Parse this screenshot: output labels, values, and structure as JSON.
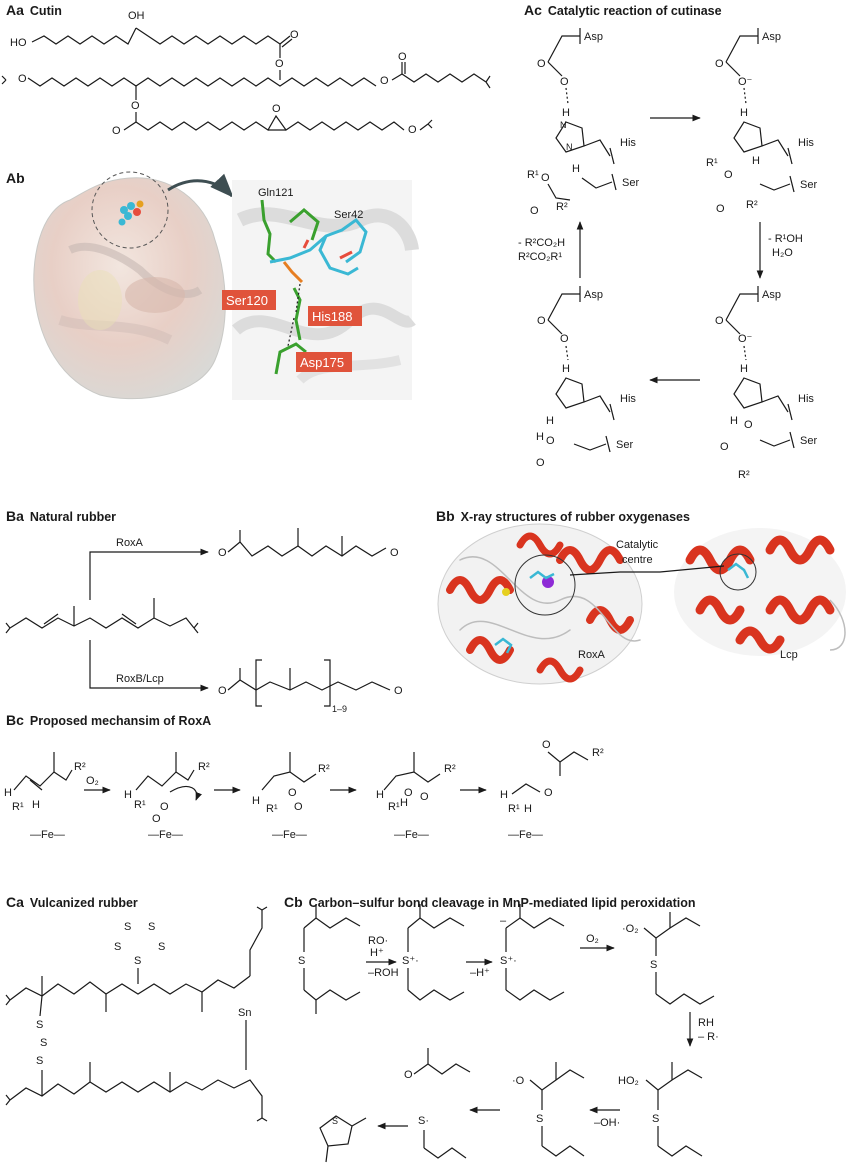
{
  "sections": {
    "Aa": {
      "letter": "Aa",
      "title": "Cutin"
    },
    "Ab": {
      "letter": "Ab",
      "title": ""
    },
    "Ac": {
      "letter": "Ac",
      "title": "Catalytic reaction of cutinase"
    },
    "Ba": {
      "letter": "Ba",
      "title": "Natural rubber"
    },
    "Bb": {
      "letter": "Bb",
      "title": "X-ray structures of rubber oxygenases"
    },
    "Bc": {
      "letter": "Bc",
      "title": "Proposed mechansim of RoxA"
    },
    "Ca": {
      "letter": "Ca",
      "title": "Vulcanized rubber"
    },
    "Cb": {
      "letter": "Cb",
      "title": "Carbon–sulfur bond cleavage in MnP-mediated lipid peroxidation"
    }
  },
  "cutin": {
    "oh_top": "OH",
    "ho_left": "HO"
  },
  "ab_labels": {
    "gln": "Gln121",
    "ser42": "Ser42",
    "ser120": "Ser120",
    "his188": "His188",
    "asp175": "Asp175"
  },
  "ac": {
    "asp": "Asp",
    "his": "His",
    "ser": "Ser",
    "r1": "R¹",
    "r2": "R²",
    "step_right": "- R¹OH",
    "step_right2": "H₂O",
    "step_left": "- R²CO₂H",
    "step_left2": "R²CO₂R¹"
  },
  "ba": {
    "enzyme_top": "RoxA",
    "enzyme_bottom": "RoxB/Lcp",
    "repeat": "1–9"
  },
  "bb": {
    "catalytic": "Catalytic",
    "centre": "centre",
    "roxa": "RoxA",
    "lcp": "Lcp"
  },
  "bc": {
    "o2": "O₂",
    "fe": "—Fe—",
    "r1": "R¹",
    "r2": "R²"
  },
  "ca": {
    "sn": "Sn"
  },
  "cb": {
    "ro": "RO·",
    "h": "H⁺",
    "roh": "–ROH",
    "mh": "–H⁺",
    "o2": "O₂",
    "rh": "RH",
    "mr": "– R·",
    "moh": "–OH·"
  },
  "colors": {
    "helix": "#d9341f",
    "tag": "#e0533b",
    "carbon": "#3ab8d4",
    "stick": "#3aa02e"
  }
}
